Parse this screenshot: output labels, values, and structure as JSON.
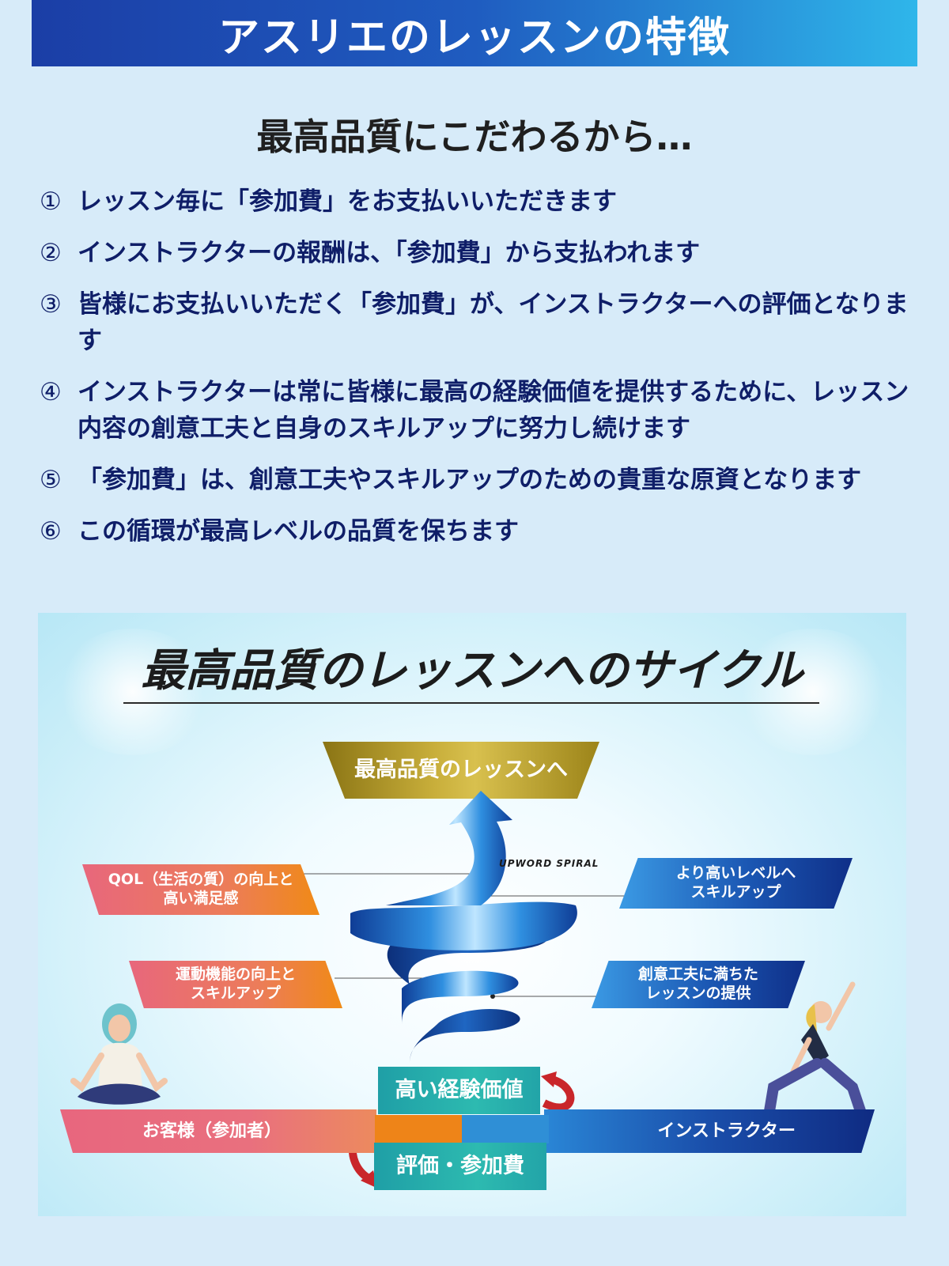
{
  "header": {
    "title": "アスリエのレッスンの特徴"
  },
  "subtitle": "最高品質にこだわるから…",
  "points": [
    {
      "num": "①",
      "text": "レッスン毎に「参加費」をお支払いいただきます"
    },
    {
      "num": "②",
      "text": "インストラクターの報酬は、「参加費」から支払われます"
    },
    {
      "num": "③",
      "text": "皆様にお支払いいただく「参加費」が、インストラクターへの評価となります"
    },
    {
      "num": "④",
      "text": "インストラクターは常に皆様に最高の経験価値を提供するために、レッスン内容の創意工夫と自身のスキルアップに努力し続けます"
    },
    {
      "num": "⑤",
      "text": "「参加費」は、創意工夫やスキルアップのための貴重な原資となります"
    },
    {
      "num": "⑥",
      "text": "この循環が最高レベルの品質を保ちます"
    }
  ],
  "diagram": {
    "title": "最高品質のレッスンへのサイクル",
    "top_label": "最高品質のレッスンへ",
    "spiral_label": "UPWORD  SPIRAL",
    "left_1": "QOL（生活の質）の向上と\n高い満足感",
    "left_2": "運動機能の向上と\nスキルアップ",
    "right_1": "より高いレベルへ\nスキルアップ",
    "right_2": "創意工夫に満ちた\nレッスンの提供",
    "customer": "お客様（参加者）",
    "instructor": "インストラクター",
    "value": "高い経験価値",
    "fee": "評価・参加費",
    "colors": {
      "gold": "#c8ae3a",
      "orange": "#f08a16",
      "pink": "#e8677c",
      "blue": "#1b57b3",
      "teal": "#2dbab0",
      "arrow_red": "#c9262a"
    }
  }
}
